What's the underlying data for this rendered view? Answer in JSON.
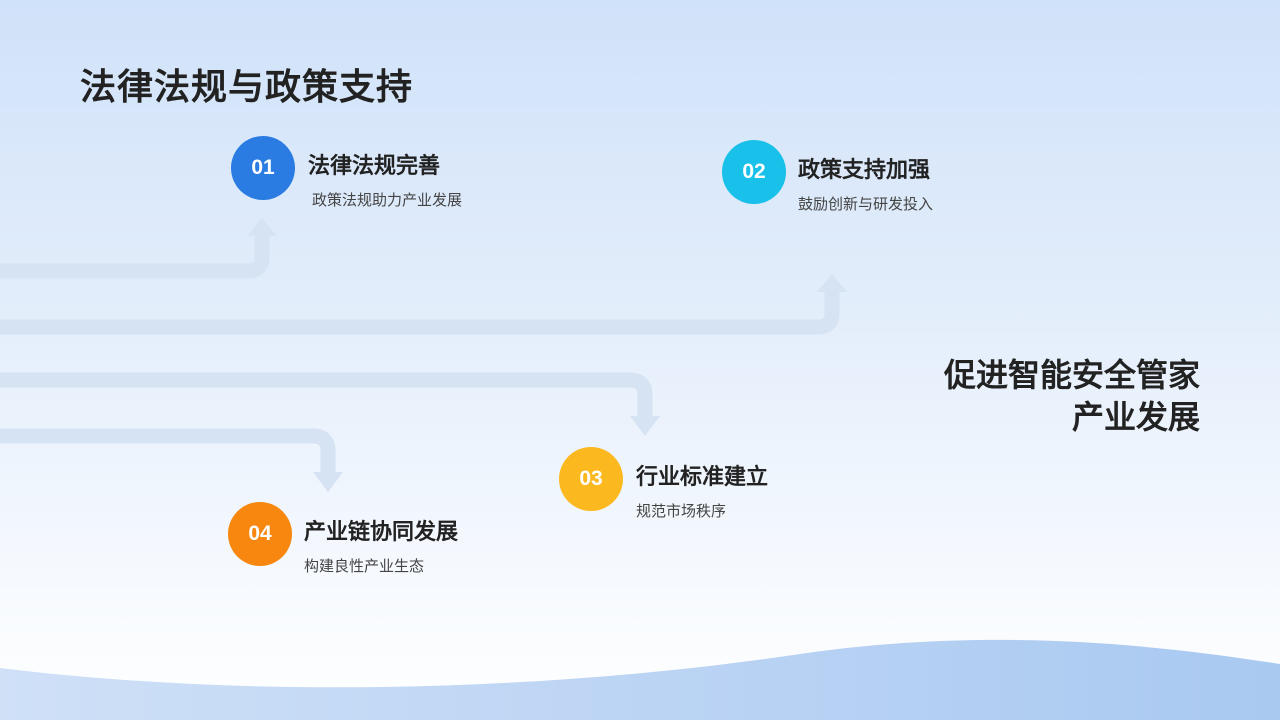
{
  "page": {
    "title": "法律法规与政策支持"
  },
  "side_text": {
    "line1": "促进智能安全管家",
    "line2": "产业发展"
  },
  "colors": {
    "step1": "#2a7be2",
    "step2": "#18c0ea",
    "step3": "#fbb91f",
    "step4": "#f7870f",
    "arrow": "#d5e3f3",
    "wave": "#b6d2f4"
  },
  "steps": [
    {
      "number": "01",
      "title": "法律法规完善",
      "desc": "政策法规助力产业发展"
    },
    {
      "number": "02",
      "title": "政策支持加强",
      "desc": "鼓励创新与研发投入"
    },
    {
      "number": "03",
      "title": "行业标准建立",
      "desc": "规范市场秩序"
    },
    {
      "number": "04",
      "title": "产业链协同发展",
      "desc": "构建良性产业生态"
    }
  ]
}
